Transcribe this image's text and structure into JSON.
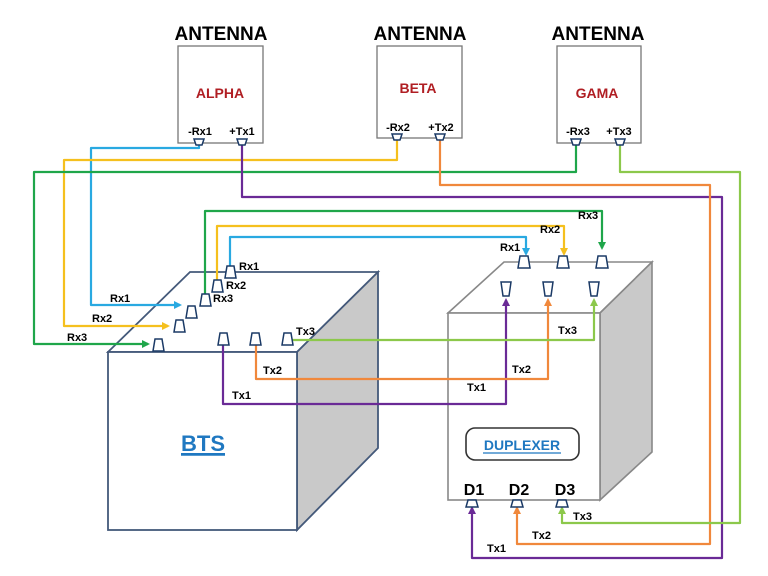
{
  "antennas": [
    {
      "title": "ANTENNA",
      "sector": "ALPHA",
      "rx": "-Rx1",
      "tx": "+Tx1"
    },
    {
      "title": "ANTENNA",
      "sector": "BETA",
      "rx": "-Rx2",
      "tx": "+Tx2"
    },
    {
      "title": "ANTENNA",
      "sector": "GAMA",
      "rx": "-Rx3",
      "tx": "+Tx3"
    }
  ],
  "bts": {
    "label": "BTS",
    "rx_labels": [
      "Rx1",
      "Rx2",
      "Rx3"
    ],
    "tx_labels": [
      "Tx1",
      "Tx2",
      "Tx3"
    ]
  },
  "duplexer": {
    "label": "DUPLEXER",
    "rx_labels": [
      "Rx1",
      "Rx2",
      "Rx3"
    ],
    "tx_labels": [
      "Tx1",
      "Tx2",
      "Tx3"
    ],
    "d_labels": [
      "D1",
      "D2",
      "D3"
    ]
  },
  "wire_labels": {
    "left_rx1": "Rx1",
    "left_rx2": "Rx2",
    "left_rx3": "Rx3",
    "bts_tx1": "Tx1",
    "bts_tx2": "Tx2",
    "bts_tx3": "Tx3",
    "dup_tx1": "Tx1",
    "dup_tx2": "Tx2",
    "dup_tx3": "Tx3",
    "bottom_tx1": "Tx1",
    "bottom_tx2": "Tx2",
    "bottom_tx3": "Tx3"
  },
  "colors": {
    "rx1": "#29a9e1",
    "rx2": "#f5c01e",
    "rx3": "#1fa64a",
    "tx1": "#6a2a96",
    "tx2": "#f0883c",
    "tx3": "#8cc84b",
    "sector_text": "#b01e23",
    "bts_text": "#1f78c1",
    "box_front_stroke": "#44597a",
    "side_fill": "#c9c9c9"
  }
}
